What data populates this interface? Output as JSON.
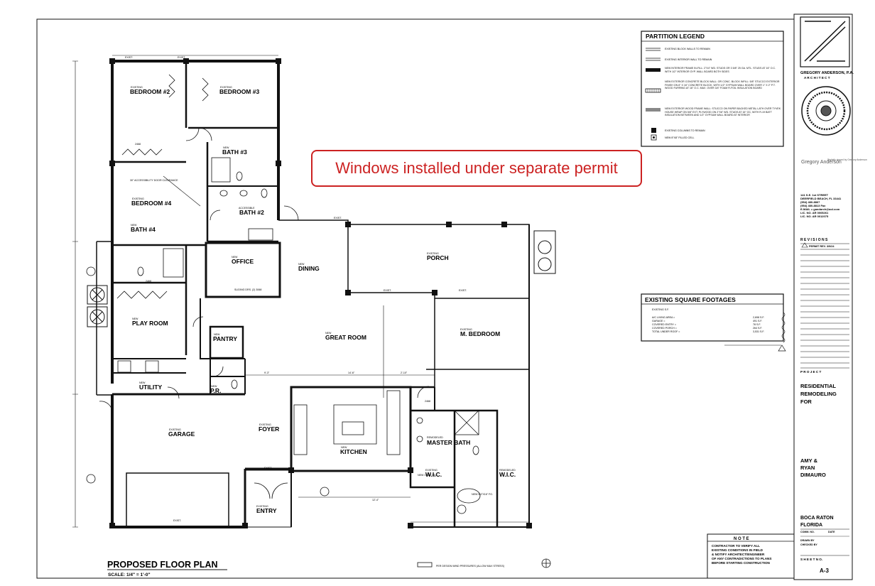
{
  "callout": {
    "text": "Windows installed under separate permit"
  },
  "drawing": {
    "title": "PROPOSED FLOOR PLAN",
    "scale": "SCALE: 1/4\" = 1'-0\"",
    "design_note": "PER DESIGN WIND PRESSURES (ALLOW MAX STRESS)"
  },
  "rooms": {
    "bedroom2_tag": "EXISTING",
    "bedroom2": "BEDROOM #2",
    "bedroom3_tag": "EXISTING",
    "bedroom3": "BEDROOM #3",
    "bath3_tag": "NEW",
    "bath3": "BATH #3",
    "bedroom4_tag": "EXISTING",
    "bedroom4": "BEDROOM #4",
    "bath2_tag": "ACCESSIBLE",
    "bath2": "BATH #2",
    "bath4_tag": "NEW",
    "bath4": "BATH #4",
    "office_tag": "NEW",
    "office": "OFFICE",
    "dining_tag": "NEW",
    "dining": "DINING",
    "porch_tag": "EXISTING",
    "porch": "PORCH",
    "playroom_tag": "NEW",
    "playroom": "PLAY ROOM",
    "pantry_tag": "NEW",
    "pantry": "PANTRY",
    "greatroom_tag": "NEW",
    "greatroom": "GREAT ROOM",
    "mbedroom_tag": "EXISTING",
    "mbedroom": "M. BEDROOM",
    "utility_tag": "NEW",
    "utility": "UTILITY",
    "pr_tag": "NEW",
    "pr": "P.R.",
    "garage_tag": "EXISTING",
    "garage": "GARAGE",
    "foyer_tag": "EXISTING",
    "foyer": "FOYER",
    "kitchen_tag": "NEW",
    "kitchen": "KITCHEN",
    "masterbath_tag": "REMODELED",
    "masterbath": "MASTER BATH",
    "wic1_tag": "EXISTING",
    "wic1": "W.I.C.",
    "wic2_tag": "REMODELED",
    "wic2": "W.I.C.",
    "entry_tag": "EXISTING",
    "entry": "ENTRY",
    "accessibility_note": "30\" ACCESSIBILITY DOOR CLEARANCE",
    "sliding_doors": "SLIDING DRS. (2) 3068",
    "exist_label": "EXIST.",
    "door_code": "2468",
    "dim_1": "9'-3\"",
    "dim_2": "14'-6\"",
    "dim_3": "12'-4\"",
    "dim_4": "2'-10\"",
    "hdr_1": "NEW 1'X16\" FG.",
    "hdr_2": "NEW 5'4\"X16\" FG."
  },
  "legend": {
    "title": "PARTITION LEGEND",
    "items": [
      "EXISTING BLOCK WALLS TO REMAIN",
      "EXISTING INTERIOR WALL TO REMAIN",
      "NEW INTERIOR FRAME IN-FILL: 2\"X4\" WD. STUDS OR 3 5/8\" 25 GA. MTL. STUDS AT 16\" O.C. WITH 1/2\" INTERIOR GYP. WALL BOARD BOTH SIDES",
      "NEW EXTERIOR CONCRETE BLOCK WALL: OR CONC. BLOCK INFILL: 5/8\" STUCCO EXTERIOR FINISH ON 8\" X 16\" CONCRETE BLOCK, WITH 1/2\" GYPSUM WALL BOARD OVER 1\" X 2\" P.T. WOOD FURRING AT 16\" O.C. MAX. OVER 3/4\" FOAM R-FOIL INSULATION BOARD",
      "NEW EXTERIOR WOOD FRAME WALL: STUCCO ON PAPER BACKED METAL LATH OVER TYVEK HOUSE WRAP ON 5/8\" EXT. PLYWOOD ON 2\"X6\" WD. STUDS AT 16\" OC, WITH R-19 BATT INSULATION BETWEEN AND 1/2\" GYPSUM WALL BOARD AT INTERIOR",
      "EXISTING COLUMNS TO REMAIN",
      "NEW 8\"X8\" FILLED CELL"
    ]
  },
  "sqft": {
    "title": "EXISTING SQUARE FOOTAGES",
    "subtitle": "EXISTING S.F.",
    "rows": [
      {
        "label": "A/C LIVING AREA =",
        "value": "2,698 S.F."
      },
      {
        "label": "GARAGE =",
        "value": "491 S.F."
      },
      {
        "label": "COVERED ENTRY =",
        "value": "78 S.F."
      },
      {
        "label": "COVERED PORCH =",
        "value": "264 S.F."
      },
      {
        "label": "TOTAL UNDER ROOF =",
        "value": "3,531 S.F."
      }
    ]
  },
  "note": {
    "title": "N O T E",
    "lines": [
      "CONTRACTOR TO VERIFY ALL",
      "EXISTING CONDITIONS IN FIELD",
      "& NOTIFY ARCHITECT/ENGINEER",
      "OF ANY CONTRADICTIONS TO PLANS",
      "BEFORE STARTING CONSTRUCTION"
    ]
  },
  "title_block": {
    "architect": "GREGORY ANDERSON, P.A.",
    "architect_sub": "A R C H I T E C T",
    "signer": "Gregory Anderson",
    "sign_note": "Digitally signed by Gregory Anderson",
    "address": [
      "141 S.E. 1st STREET",
      "DEERFIELD BEACH, FL 33441",
      "(954) 480-8867",
      "(954) 480-8813 Fax",
      "E-MAIL = gandarch@aol.com",
      "LIC. NO. AR 0005261",
      "LIC. NO. AR 0012075"
    ],
    "revisions_label": "R E V I S I O N S",
    "revision_1": "PERMIT REV. 3/9/24",
    "project_label": "P R O J E C T",
    "project": [
      "RESIDENTIAL",
      "REMODELING",
      "FOR"
    ],
    "client": [
      "AMY &",
      "RYAN",
      "DIMAURO"
    ],
    "location": [
      "BOCA RATON",
      "FLORIDA"
    ],
    "comm_label": "COMM. NO.",
    "date_label": "DATE",
    "drawn_label": "DRAWN BY",
    "checked_label": "CHECKED BY",
    "sheet_label": "S H E E T   N O.",
    "sheet_no": "A-3"
  },
  "colors": {
    "callout": "#cc2222",
    "ink": "#111111"
  }
}
